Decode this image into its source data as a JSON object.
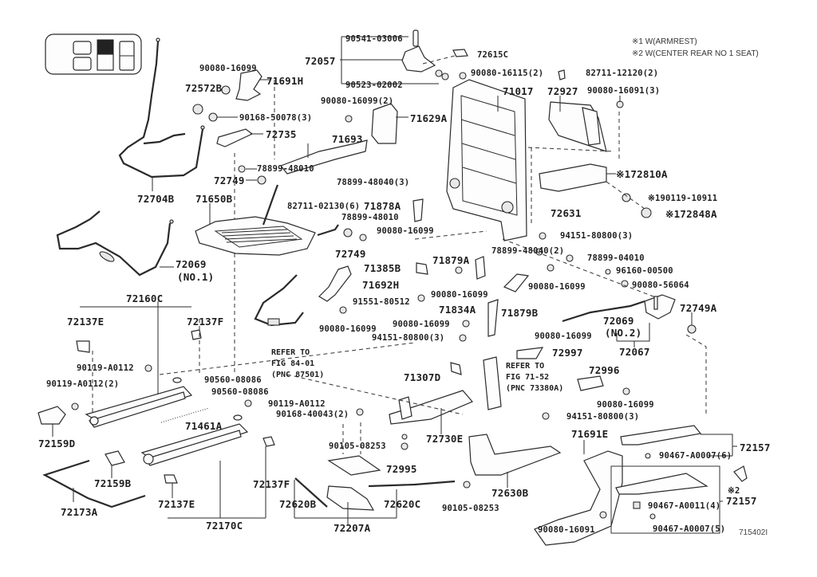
{
  "diagram": {
    "title": "Seat track / seat frame parts diagram",
    "drawing_id": "715402I",
    "notes": [
      "※1 W(ARMREST)",
      "※2 W(CENTER REAR NO 1 SEAT)"
    ],
    "legend_icon": "window-switch-panel-icon",
    "references": [
      {
        "lines": [
          "REFER TO",
          "FIG 84-01",
          "(PNC 87501)"
        ]
      },
      {
        "lines": [
          "REFER TO",
          "FIG 71-52",
          "(PNC 73380A)"
        ]
      }
    ],
    "labels": {
      "l90541_03006": "90541-03006",
      "l72057": "72057",
      "l90523_02002": "90523-02002",
      "l72615C": "72615C",
      "l90080_16115": "90080-16115(2)",
      "l82711_12120": "82711-12120(2)",
      "l72927": "72927",
      "l90080_16091_3": "90080-16091(3)",
      "l71017": "71017",
      "l90080_16099_a": "90080-16099",
      "l72572B": "72572B",
      "l71691H": "71691H",
      "l90168_50078": "90168-50078(3)",
      "l72735": "72735",
      "l90080_16099_2": "90080-16099(2)",
      "l71629A": "71629A",
      "l71693": "71693",
      "l78899_48010_a": "78899-48010",
      "l72749_a": "72749",
      "l78899_48040_3": "78899-48040(3)",
      "l72810A": "※172810A",
      "l90119_10911": "※190119-10911",
      "l72848A": "※172848A",
      "l72704B": "72704B",
      "l71650B": "71650B",
      "l82711_02130": "82711-02130(6)",
      "l71878A": "71878A",
      "l78899_48010_b": "78899-48010",
      "l90080_16099_b": "90080-16099",
      "l72631": "72631",
      "l94151_80800_a": "94151-80800(3)",
      "l72749_b": "72749",
      "l78899_48040_2": "78899-48040(2)",
      "l78899_04010": "78899-04010",
      "l72069_1": "72069",
      "l72069_1_sub": "(NO.1)",
      "l71385B": "71385B",
      "l71879A": "71879A",
      "l90080_16099_c": "90080-16099",
      "l96160_00500": "96160-00500",
      "l90080_56064": "90080-56064",
      "l71692H": "71692H",
      "l90080_16099_d": "90080-16099",
      "l91551_80512": "91551-80512",
      "l90080_16099_e": "90080-16099",
      "l71834A": "71834A",
      "l71879B": "71879B",
      "l72749A": "72749A",
      "l72160C": "72160C",
      "l90080_16099_f": "90080-16099",
      "l72069_2": "72069",
      "l72069_2_sub": "(NO.2)",
      "l72137E_a": "72137E",
      "l72137F_a": "72137F",
      "l94151_80800_b": "94151-80800(3)",
      "l90080_16099_g": "90080-16099",
      "l72067": "72067",
      "l72997": "72997",
      "l90119_A0112_a": "90119-A0112",
      "l90119_A0112_2": "90119-A0112(2)",
      "l90560_08086_a": "90560-08086",
      "l90560_08086_b": "90560-08086",
      "l71307D": "71307D",
      "l72996": "72996",
      "l90080_16099_h": "90080-16099",
      "l90119_A0112_b": "90119-A0112",
      "l90168_40043": "90168-40043(2)",
      "l94151_80800_c": "94151-80800(3)",
      "l72159D": "72159D",
      "l71461A": "71461A",
      "l72730E": "72730E",
      "l71691E": "71691E",
      "l72157_a": "72157",
      "l90467_A0007_6": "90467-A0007(6)",
      "l90105_08253_a": "90105-08253",
      "l72995": "72995",
      "l72159B": "72159B",
      "l72137F_b": "72137F",
      "l72630B": "72630B",
      "l72157_b": "72157",
      "l72157_b_note": "※2",
      "l90467_A0011": "90467-A0011(4)",
      "l72173A": "72173A",
      "l72137E_b": "72137E",
      "l72620B": "72620B",
      "l72620C": "72620C",
      "l90105_08253_b": "90105-08253",
      "l90080_16091": "90080-16091",
      "l90467_A0007_5": "90467-A0007(5)",
      "l72170C": "72170C",
      "l72207A": "72207A"
    }
  }
}
